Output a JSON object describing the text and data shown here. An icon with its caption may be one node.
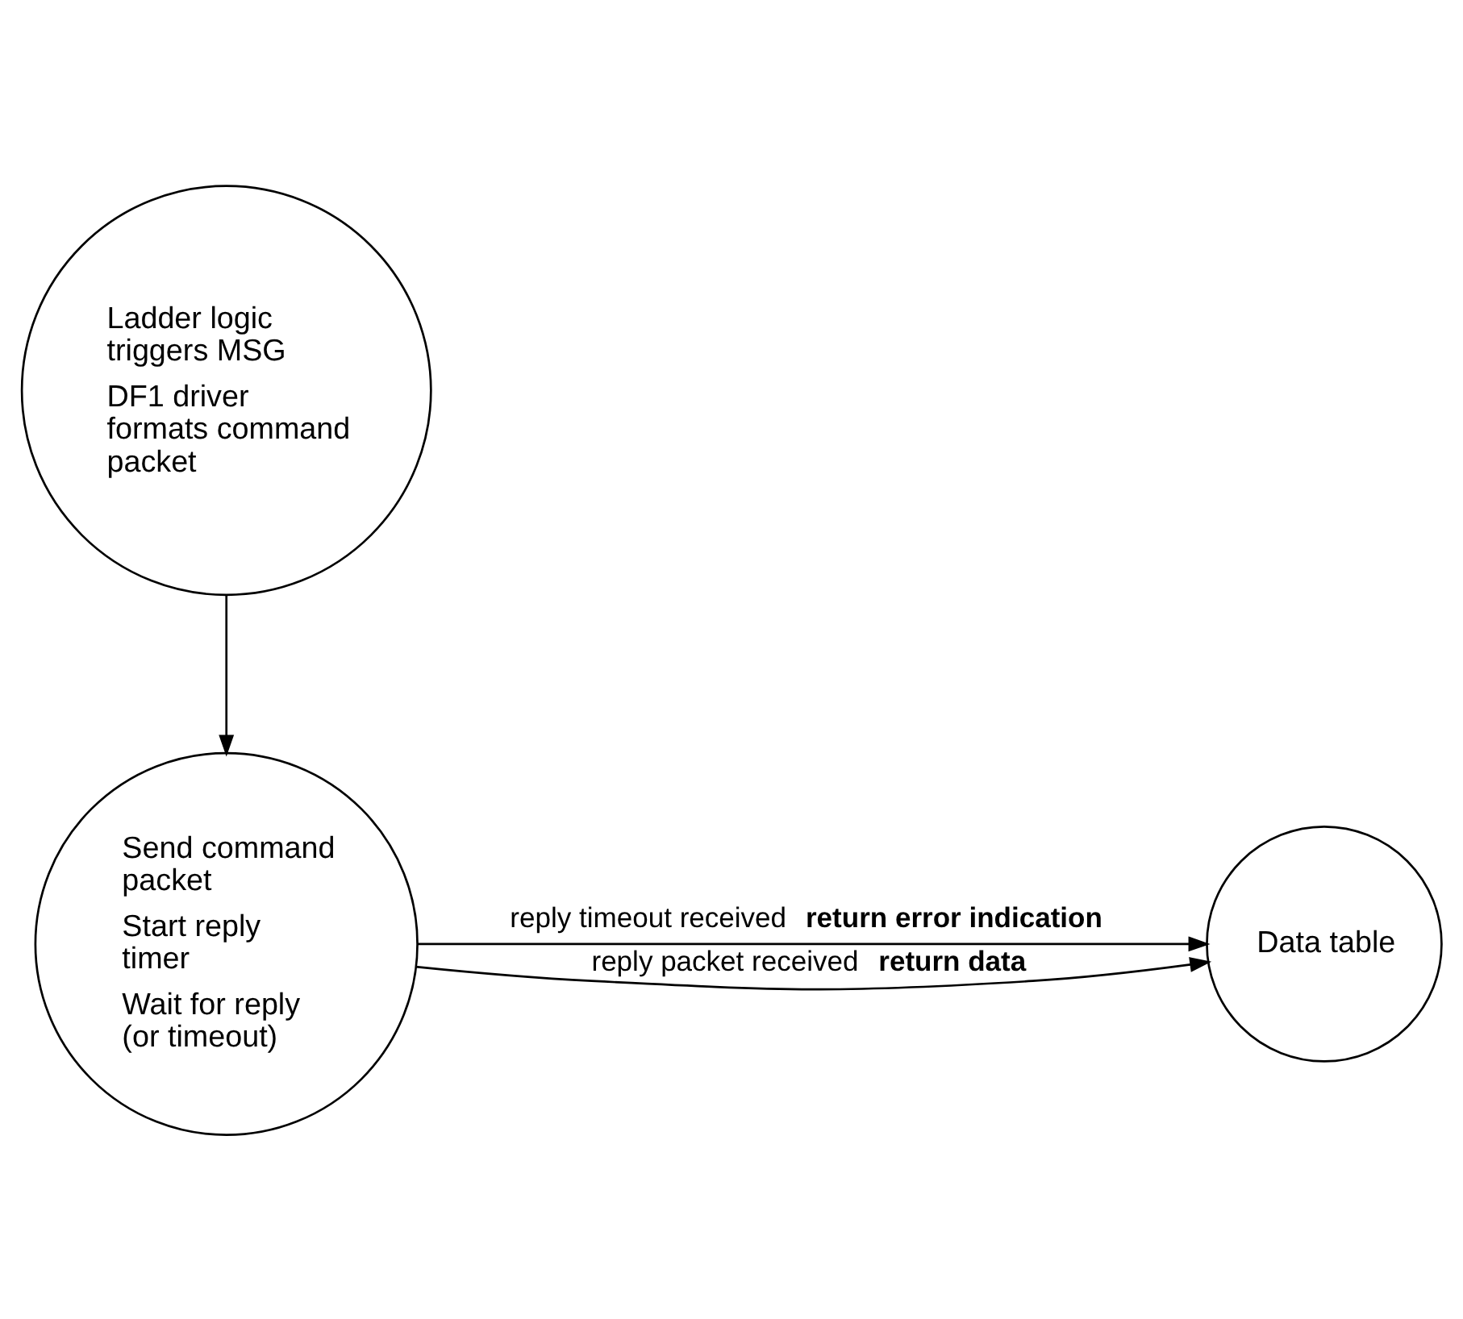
{
  "diagram": {
    "nodes": [
      {
        "text": [
          "Ladder logic triggers MSG",
          "DF1 driver formats command packet"
        ]
      },
      {
        "text": [
          "Data table"
        ]
      },
      {
        "text": [
          "Send command packet",
          "Start reply timer",
          "Wait for reply (or timeout)"
        ]
      }
    ],
    "edges": [
      {
        "from": 0,
        "to": 2,
        "arrow": "to"
      },
      {
        "from": 2,
        "to": 1,
        "arrow": "to",
        "label": "reply packet received **return data**"
      },
      {
        "from": 2,
        "to": 1,
        "arrow": "to",
        "label": "reply timeout received **return error indication**"
      }
    ]
  }
}
